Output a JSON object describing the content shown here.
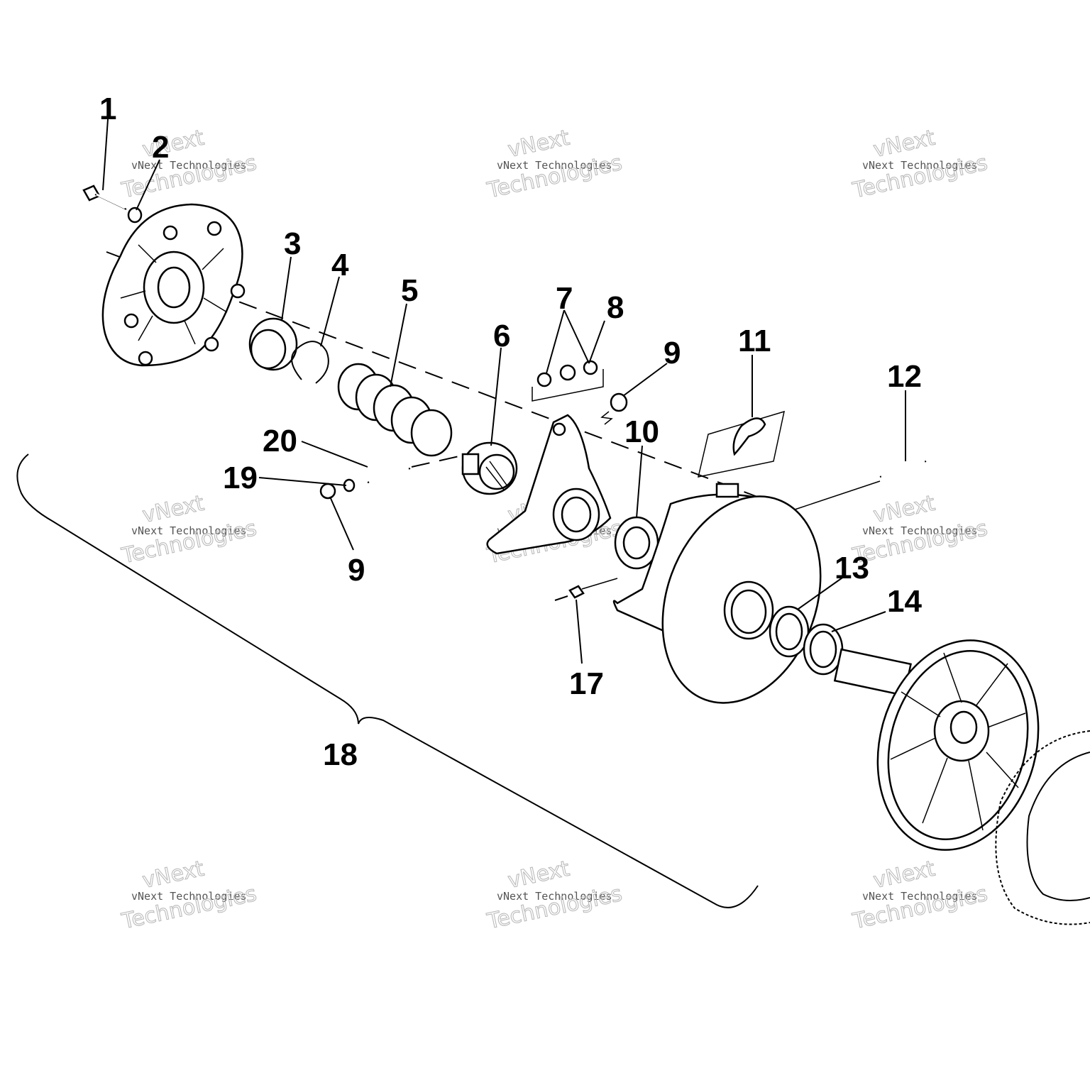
{
  "callouts": {
    "c1": "1",
    "c2": "2",
    "c3": "3",
    "c4": "4",
    "c5": "5",
    "c6": "6",
    "c7": "7",
    "c8": "8",
    "c9a": "9",
    "c9b": "9",
    "c10": "10",
    "c11": "11",
    "c12": "12",
    "c13": "13",
    "c14": "14",
    "c17": "17",
    "c18": "18",
    "c19": "19",
    "c20": "20"
  },
  "watermark": {
    "line_small": "vNext Technologies",
    "line_big_1": "vNext",
    "line_big_2": "Technologies"
  },
  "colors": {
    "ink": "#000000",
    "watermark": "#bbbbbb",
    "background": "#ffffff"
  }
}
